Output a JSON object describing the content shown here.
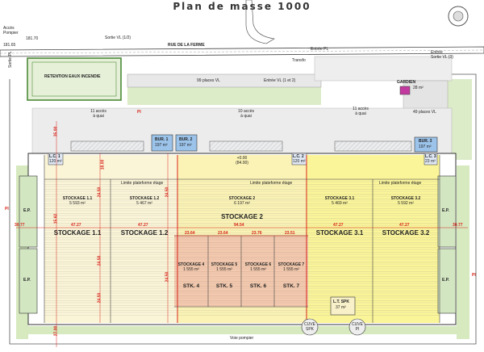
{
  "title": "Plan de masse 1000",
  "roads": {
    "acces_pompier": "Accès\nPompier",
    "sortie_vl_12": "Sortie VL (1/2)",
    "rue": "RUE DE LA FERME",
    "entree_pl": "Entrée PL",
    "entree_sortie_vl3": "Entrée\nSortie VL (3)",
    "transfo": "Transfo",
    "gardien": "GARDIEN",
    "gardien_area": "28 m²",
    "places_99": "99 places VL",
    "entree_vl": "Entrée VL (1 et 2)",
    "places_49": "49 places VL",
    "sortie_pl": "Sortie PL",
    "retention": "RETENTION EAUX INCENDIE",
    "voie_pompier": "Voie pompier",
    "lvl_left": "181.65",
    "lvl_left2": "181.70"
  },
  "docks": [
    {
      "text": "11 accès\nà quai"
    },
    {
      "text": "10 accès\nà quai"
    },
    {
      "text": "11 accès\nà quai"
    }
  ],
  "offices": [
    {
      "name": "BUR. 1",
      "area": "197 m²"
    },
    {
      "name": "BUR. 2",
      "area": "197 m²"
    },
    {
      "name": "BUR. 3",
      "area": "197 m²"
    }
  ],
  "technical": {
    "lc1": "L.C. 1",
    "lc1_area": "120 m²",
    "lc2": "L.C. 2",
    "lc2_area": "120 m²",
    "lc3": "L.C. 3",
    "lc3_area": "23 m²",
    "elevation": "+0.00\n(84.00)",
    "limite": "Limite plateforme étage",
    "lt_spk": "L.T. SPK",
    "lt_spk_area": "37 m²",
    "cuve_spk": "CUVE\nSPK",
    "cuve_pi": "CUVE\nPI",
    "ep": "E.P.",
    "pi": "PI"
  },
  "cells_top": [
    {
      "name": "STOCKAGE 1.1",
      "area": "5 593 m²"
    },
    {
      "name": "STOCKAGE 1.2",
      "area": "5 467 m²"
    },
    {
      "name": "STOCKAGE 2",
      "area": "6 197 m²"
    },
    {
      "name": "STOCKAGE 3.1",
      "area": "5 469 m²"
    },
    {
      "name": "STOCKAGE 3.2",
      "area": "5 592 m²"
    }
  ],
  "cells_big": [
    "STOCKAGE 1.1",
    "STOCKAGE 1.2",
    "STOCKAGE 2",
    "STOCKAGE 3.1",
    "STOCKAGE 3.2"
  ],
  "cells_small": [
    {
      "name": "STOCKAGE 4",
      "area": "1 555 m²",
      "short": "STK. 4"
    },
    {
      "name": "STOCKAGE 5",
      "area": "1 555 m²",
      "short": "STK. 5"
    },
    {
      "name": "STOCKAGE 6",
      "area": "1 555 m²",
      "short": "STK. 6"
    },
    {
      "name": "STOCKAGE 7",
      "area": "1 555 m²",
      "short": "STK. 7"
    }
  ],
  "dims": {
    "d3500": "35.00",
    "d3077a": "30.77",
    "d3077b": "30.77",
    "d2700": "27.00",
    "d1562": "15.62",
    "d2450a": "24.50",
    "d2450b": "24.50",
    "d2450c": "24.50",
    "d1800": "18.00",
    "d2450d": "24.50",
    "d2450e": "24.50",
    "d4727a": "47.27",
    "d4727b": "47.27",
    "d4727c": "47.27",
    "d4727d": "47.27",
    "d2364a": "23.64",
    "d2364b": "23.64",
    "d2376": "23.76",
    "d2351": "23.51",
    "d9454": "94.54"
  }
}
